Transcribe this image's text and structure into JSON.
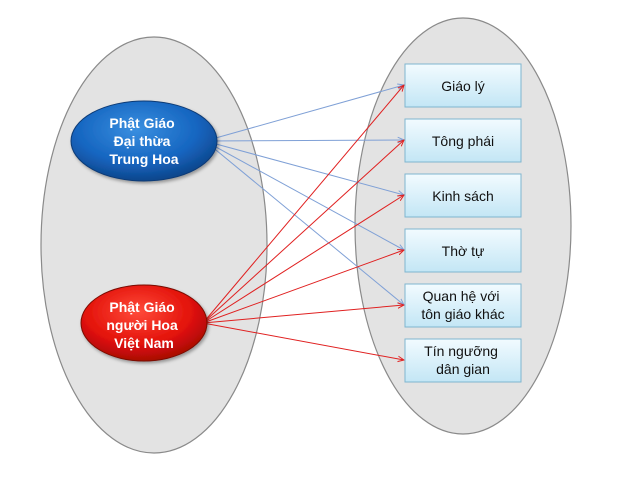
{
  "sources": [
    {
      "id": "dai-thua",
      "lines": [
        "Phật Giáo",
        "Đại thừa",
        "Trung Hoa"
      ],
      "color": "#1a6fc4"
    },
    {
      "id": "nguoi-hoa",
      "lines": [
        "Phật Giáo",
        "người Hoa",
        "Việt Nam"
      ],
      "color": "#e8140e"
    }
  ],
  "targets": [
    {
      "id": "giao-ly",
      "lines": [
        "Giáo lý"
      ]
    },
    {
      "id": "tong-phai",
      "lines": [
        "Tông phái"
      ]
    },
    {
      "id": "kinh-sach",
      "lines": [
        "Kinh sách"
      ]
    },
    {
      "id": "tho-tu",
      "lines": [
        "Thờ tự"
      ]
    },
    {
      "id": "quan-he",
      "lines": [
        "Quan hệ với",
        "tôn giáo khác"
      ]
    },
    {
      "id": "tin-nguong",
      "lines": [
        "Tín ngưỡng",
        "dân gian"
      ]
    }
  ],
  "connections": [
    {
      "from": "dai-thua",
      "to": "giao-ly"
    },
    {
      "from": "dai-thua",
      "to": "tong-phai"
    },
    {
      "from": "dai-thua",
      "to": "kinh-sach"
    },
    {
      "from": "dai-thua",
      "to": "tho-tu"
    },
    {
      "from": "dai-thua",
      "to": "quan-he"
    },
    {
      "from": "nguoi-hoa",
      "to": "giao-ly"
    },
    {
      "from": "nguoi-hoa",
      "to": "tong-phai"
    },
    {
      "from": "nguoi-hoa",
      "to": "kinh-sach"
    },
    {
      "from": "nguoi-hoa",
      "to": "tho-tu"
    },
    {
      "from": "nguoi-hoa",
      "to": "quan-he"
    },
    {
      "from": "nguoi-hoa",
      "to": "tin-nguong"
    }
  ],
  "colors": {
    "container_fill": "#e3e3e3",
    "container_stroke": "#8a8a8a",
    "box_fill_top": "#f2fbff",
    "box_fill_bottom": "#c3e6f5",
    "box_stroke": "#7fb6cf",
    "blue_line": "#7fa0d6",
    "red_line": "#e02020"
  }
}
